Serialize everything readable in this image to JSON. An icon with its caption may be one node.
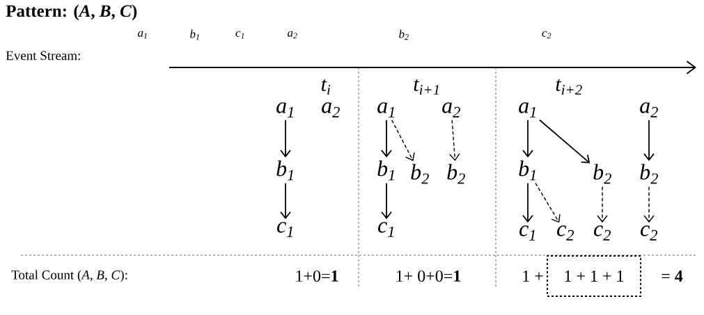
{
  "diagram": {
    "title": "Pattern: (*A*, *B*, *C*)",
    "nodes": [
      {
        "text": [
          "a$_{1}$"
        ]
      },
      {
        "text": [
          "a$_{2}$"
        ]
      },
      {
        "text": [
          "b$_{1}$"
        ]
      },
      {
        "text": [
          "c$_{1}$"
        ]
      },
      {
        "text": [
          "a$_{1}$"
        ]
      },
      {
        "text": [
          "a$_{2}$"
        ]
      },
      {
        "text": [
          "b$_{1}$"
        ]
      },
      {
        "text": [
          "b$_{2}$"
        ]
      },
      {
        "text": [
          "b$_{2}$"
        ]
      },
      {
        "text": [
          "c$_{1}$"
        ]
      },
      {
        "text": [
          "a$_{1}$"
        ]
      },
      {
        "text": [
          "a$_{2}$"
        ]
      },
      {
        "text": [
          "b$_{1}$"
        ]
      },
      {
        "text": [
          "b$_{2}$"
        ]
      },
      {
        "text": [
          "b$_{2}$"
        ]
      },
      {
        "text": [
          "c$_{1}$"
        ]
      },
      {
        "text": [
          "c$_{2}$"
        ]
      },
      {
        "text": [
          "c$_{2}$"
        ]
      },
      {
        "text": [
          "c$_{2}$"
        ]
      },
      {
        "text": [
          "1 + 1 + 1"
        ]
      }
    ],
    "edges": [
      {
        "from": 0,
        "to": 2,
        "arrow": "to"
      },
      {
        "from": 2,
        "to": 3,
        "arrow": "to"
      },
      {
        "from": 4,
        "to": 6,
        "arrow": "to"
      },
      {
        "from": 4,
        "to": 7,
        "arrow": "to",
        "style": "dashed"
      },
      {
        "from": 5,
        "to": 8,
        "arrow": "to",
        "style": "dashed"
      },
      {
        "from": 6,
        "to": 9,
        "arrow": "to"
      },
      {
        "from": 10,
        "to": 12,
        "arrow": "to"
      },
      {
        "from": 10,
        "to": 13,
        "arrow": "to"
      },
      {
        "from": 11,
        "to": 14,
        "arrow": "to"
      },
      {
        "from": 12,
        "to": 15,
        "arrow": "to"
      },
      {
        "from": 12,
        "to": 16,
        "arrow": "to",
        "style": "dashed"
      },
      {
        "from": 13,
        "to": 17,
        "arrow": "to",
        "style": "dashed"
      },
      {
        "from": 14,
        "to": 18,
        "arrow": "to",
        "style": "dashed"
      }
    ],
    "labels": [
      "a$_{1}$",
      "b$_{1}$",
      "c$_{1}$",
      "a$_{2}$",
      "b$_{2}$",
      "c$_{2}$",
      "Event Stream:",
      "t$_{i}$",
      "t$_{i+1}$",
      "t$_{i+2}$",
      "Total Count (*A*, *B*, *C*):",
      "1+0=**1**",
      "1+ 0+0=**1**",
      "1 +",
      "= **4**"
    ]
  }
}
